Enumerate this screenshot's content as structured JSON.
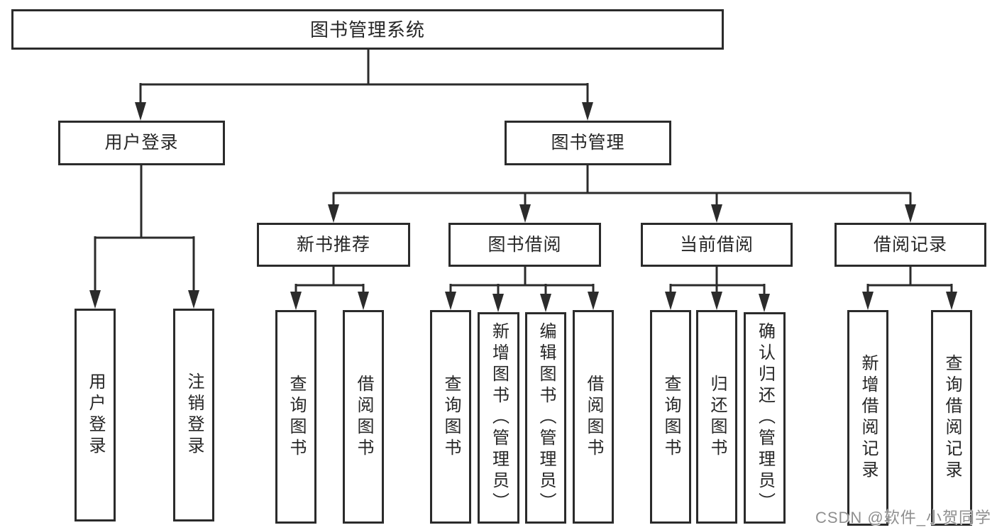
{
  "tree": {
    "label": "图书管理系统",
    "children": [
      {
        "label": "用户登录",
        "children": [
          {
            "label": "用户登录"
          },
          {
            "label": "注销登录"
          }
        ]
      },
      {
        "label": "图书管理",
        "children": [
          {
            "label": "新书推荐",
            "children": [
              {
                "label": "查询图书"
              },
              {
                "label": "借阅图书"
              }
            ]
          },
          {
            "label": "图书借阅",
            "children": [
              {
                "label": "查询图书"
              },
              {
                "label": "新增图书（管理员）"
              },
              {
                "label": "编辑图书（管理员）"
              },
              {
                "label": "借阅图书"
              }
            ]
          },
          {
            "label": "当前借阅",
            "children": [
              {
                "label": "查询图书"
              },
              {
                "label": "归还图书"
              },
              {
                "label": "确认归还（管理员）"
              }
            ]
          },
          {
            "label": "借阅记录",
            "children": [
              {
                "label": "新增借阅记录"
              },
              {
                "label": "查询借阅记录"
              }
            ]
          }
        ]
      }
    ]
  },
  "watermark": {
    "text": "CSDN @软件_小贺同学"
  },
  "colors": {
    "line": "#2b2b2b",
    "text": "#262626",
    "box_background": "#ffffff",
    "page_background": "#ffffff",
    "watermark": "#8f8f8f"
  }
}
